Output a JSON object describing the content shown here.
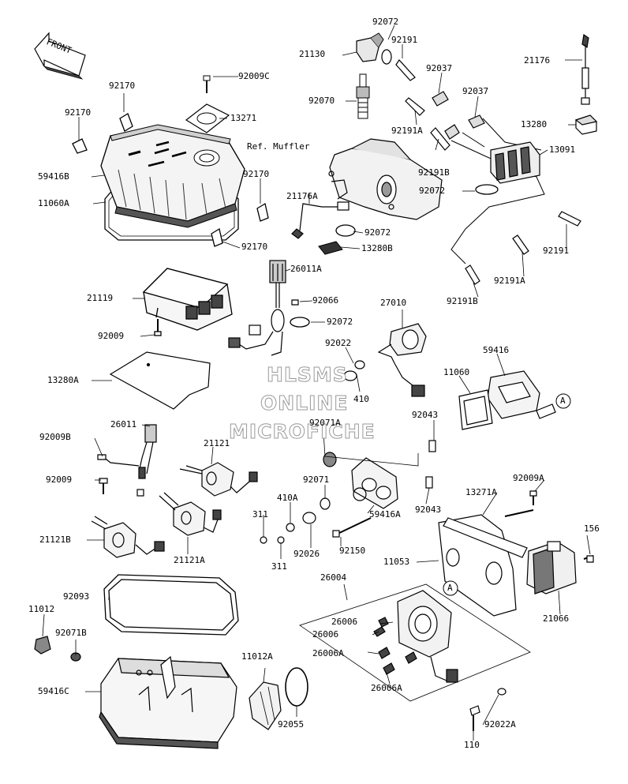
{
  "front_label": "FRONT",
  "reference_label": "Ref. Muffler",
  "watermark": [
    "HLSMS",
    "ONLINE",
    "MICROFICHE"
  ],
  "callout_a": "A",
  "part_numbers": [
    "92009C",
    "92170",
    "92170",
    "13271",
    "59416B",
    "11060A",
    "92170",
    "92170",
    "21130",
    "92072",
    "92191",
    "92037",
    "92037",
    "92070",
    "92191A",
    "13280",
    "13091",
    "92191B",
    "92072",
    "21176",
    "21176A",
    "92072",
    "13280B",
    "26011A",
    "92191",
    "92191A",
    "92191B",
    "21119",
    "92066",
    "92009",
    "92072",
    "27010",
    "92022",
    "13280A",
    "410",
    "11060",
    "59416",
    "26011",
    "92009B",
    "92071A",
    "92043",
    "21121",
    "92009",
    "92071",
    "410A",
    "92043",
    "13271A",
    "92009A",
    "311",
    "59416A",
    "92026",
    "311",
    "92150",
    "11053",
    "156",
    "21121B",
    "21121A",
    "26004",
    "92093",
    "26006",
    "26006",
    "26006A",
    "21066",
    "11012",
    "92071B",
    "26006A",
    "59416C",
    "11012A",
    "92055",
    "92022A",
    "110"
  ],
  "colors": {
    "line": "#000000",
    "watermark_stroke": "#9a9a9a",
    "background": "#ffffff"
  }
}
